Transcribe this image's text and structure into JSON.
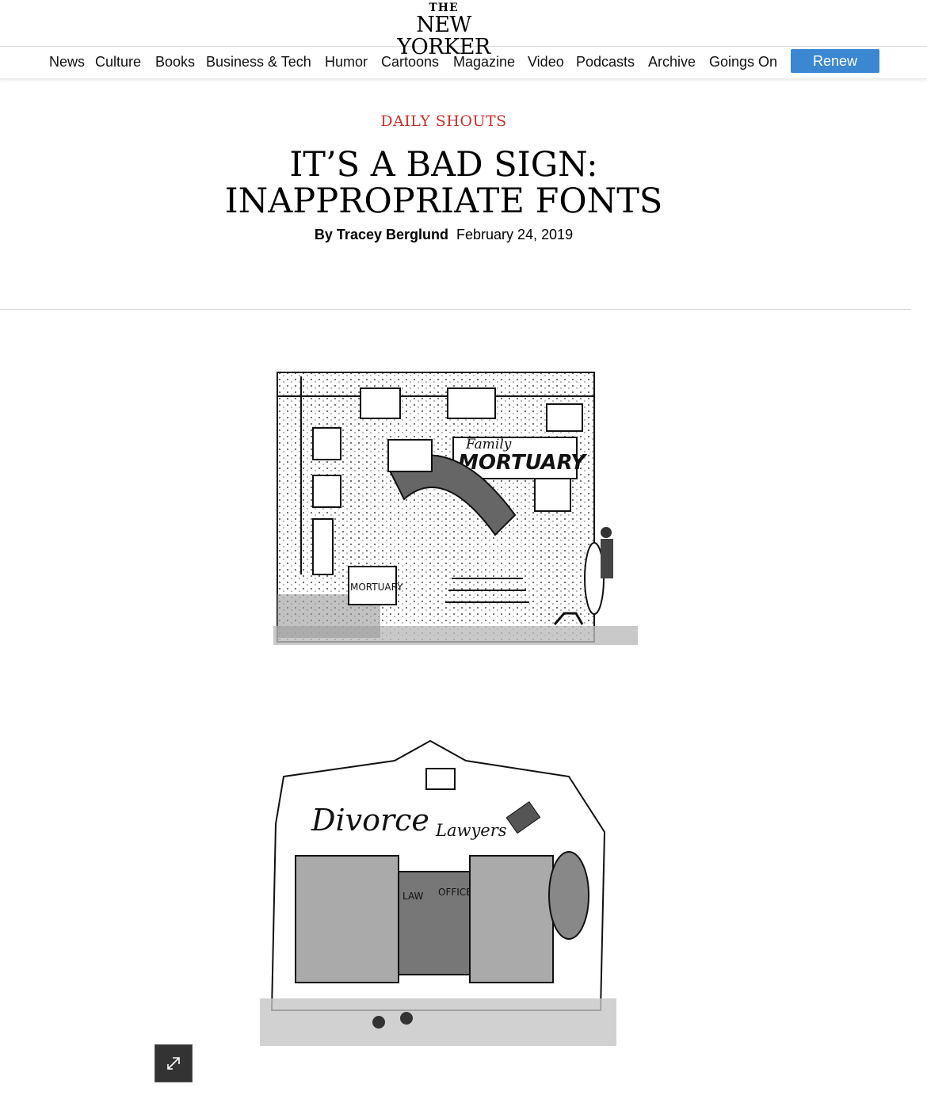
{
  "logo": {
    "the": "THE",
    "name": "NEW YORKER"
  },
  "nav": {
    "items": [
      "News",
      "Culture",
      "Books",
      "Business & Tech",
      "Humor",
      "Cartoons",
      "Magazine",
      "Video",
      "Podcasts",
      "Archive",
      "Goings On"
    ],
    "renew": "Renew"
  },
  "article": {
    "rubric": "DAILY SHOUTS",
    "title_line1": "IT’S A BAD SIGN:",
    "title_line2": "INAPPROPRIATE FONTS",
    "byline": "By Tracey Berglund",
    "date": "February 24, 2019"
  },
  "illustrations": {
    "one": {
      "sign_small": "Family",
      "sign_big": "MORTUARY",
      "yard_sign": "MORTUARY"
    },
    "two": {
      "sign_script": "Divorce",
      "sign_script2": "Lawyers",
      "door_left": "LAW",
      "door_right": "OFFICE"
    }
  },
  "icons": {
    "expand": "expand-icon"
  }
}
